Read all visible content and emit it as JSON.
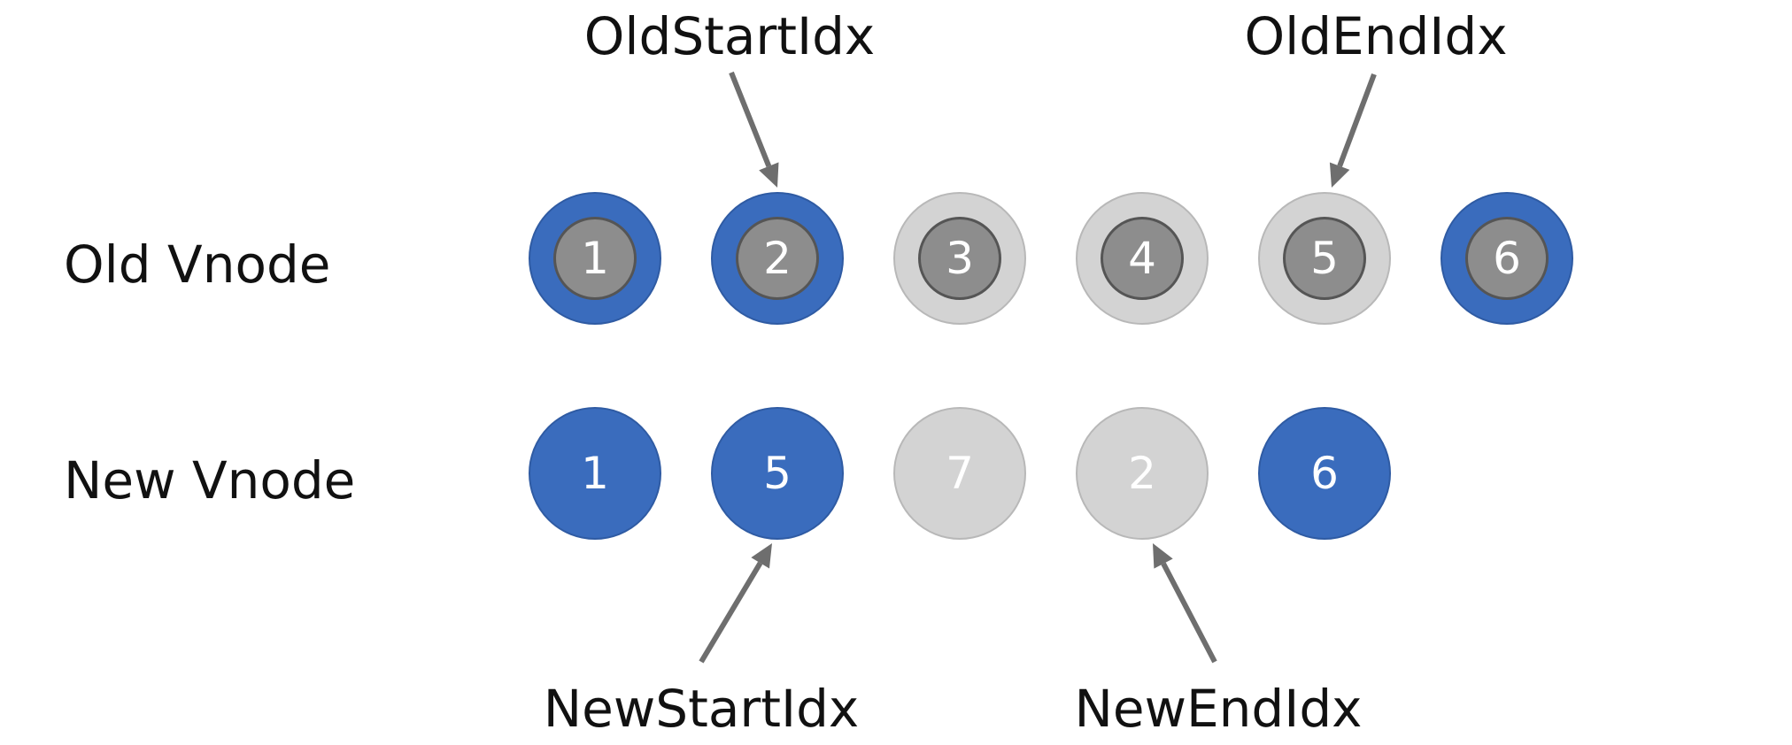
{
  "rows": {
    "old": {
      "label": "Old Vnode"
    },
    "new": {
      "label": "New Vnode"
    }
  },
  "old_nodes": [
    {
      "value": "1",
      "state": "blue"
    },
    {
      "value": "2",
      "state": "blue"
    },
    {
      "value": "3",
      "state": "gray"
    },
    {
      "value": "4",
      "state": "gray"
    },
    {
      "value": "5",
      "state": "gray"
    },
    {
      "value": "6",
      "state": "blue"
    }
  ],
  "new_nodes": [
    {
      "value": "1",
      "state": "blue"
    },
    {
      "value": "5",
      "state": "blue"
    },
    {
      "value": "7",
      "state": "gray"
    },
    {
      "value": "2",
      "state": "gray"
    },
    {
      "value": "6",
      "state": "blue"
    }
  ],
  "pointers": {
    "old_start": {
      "label": "OldStartIdx",
      "target_index": 1
    },
    "old_end": {
      "label": "OldEndIdx",
      "target_index": 4
    },
    "new_start": {
      "label": "NewStartIdx",
      "target_index": 1
    },
    "new_end": {
      "label": "NewEndIdx",
      "target_index": 3
    }
  },
  "colors": {
    "blue": "#3a6cbd",
    "gray": "#d3d3d3",
    "inner": "#8d8d8d",
    "arrow": "#6e6e6e"
  }
}
